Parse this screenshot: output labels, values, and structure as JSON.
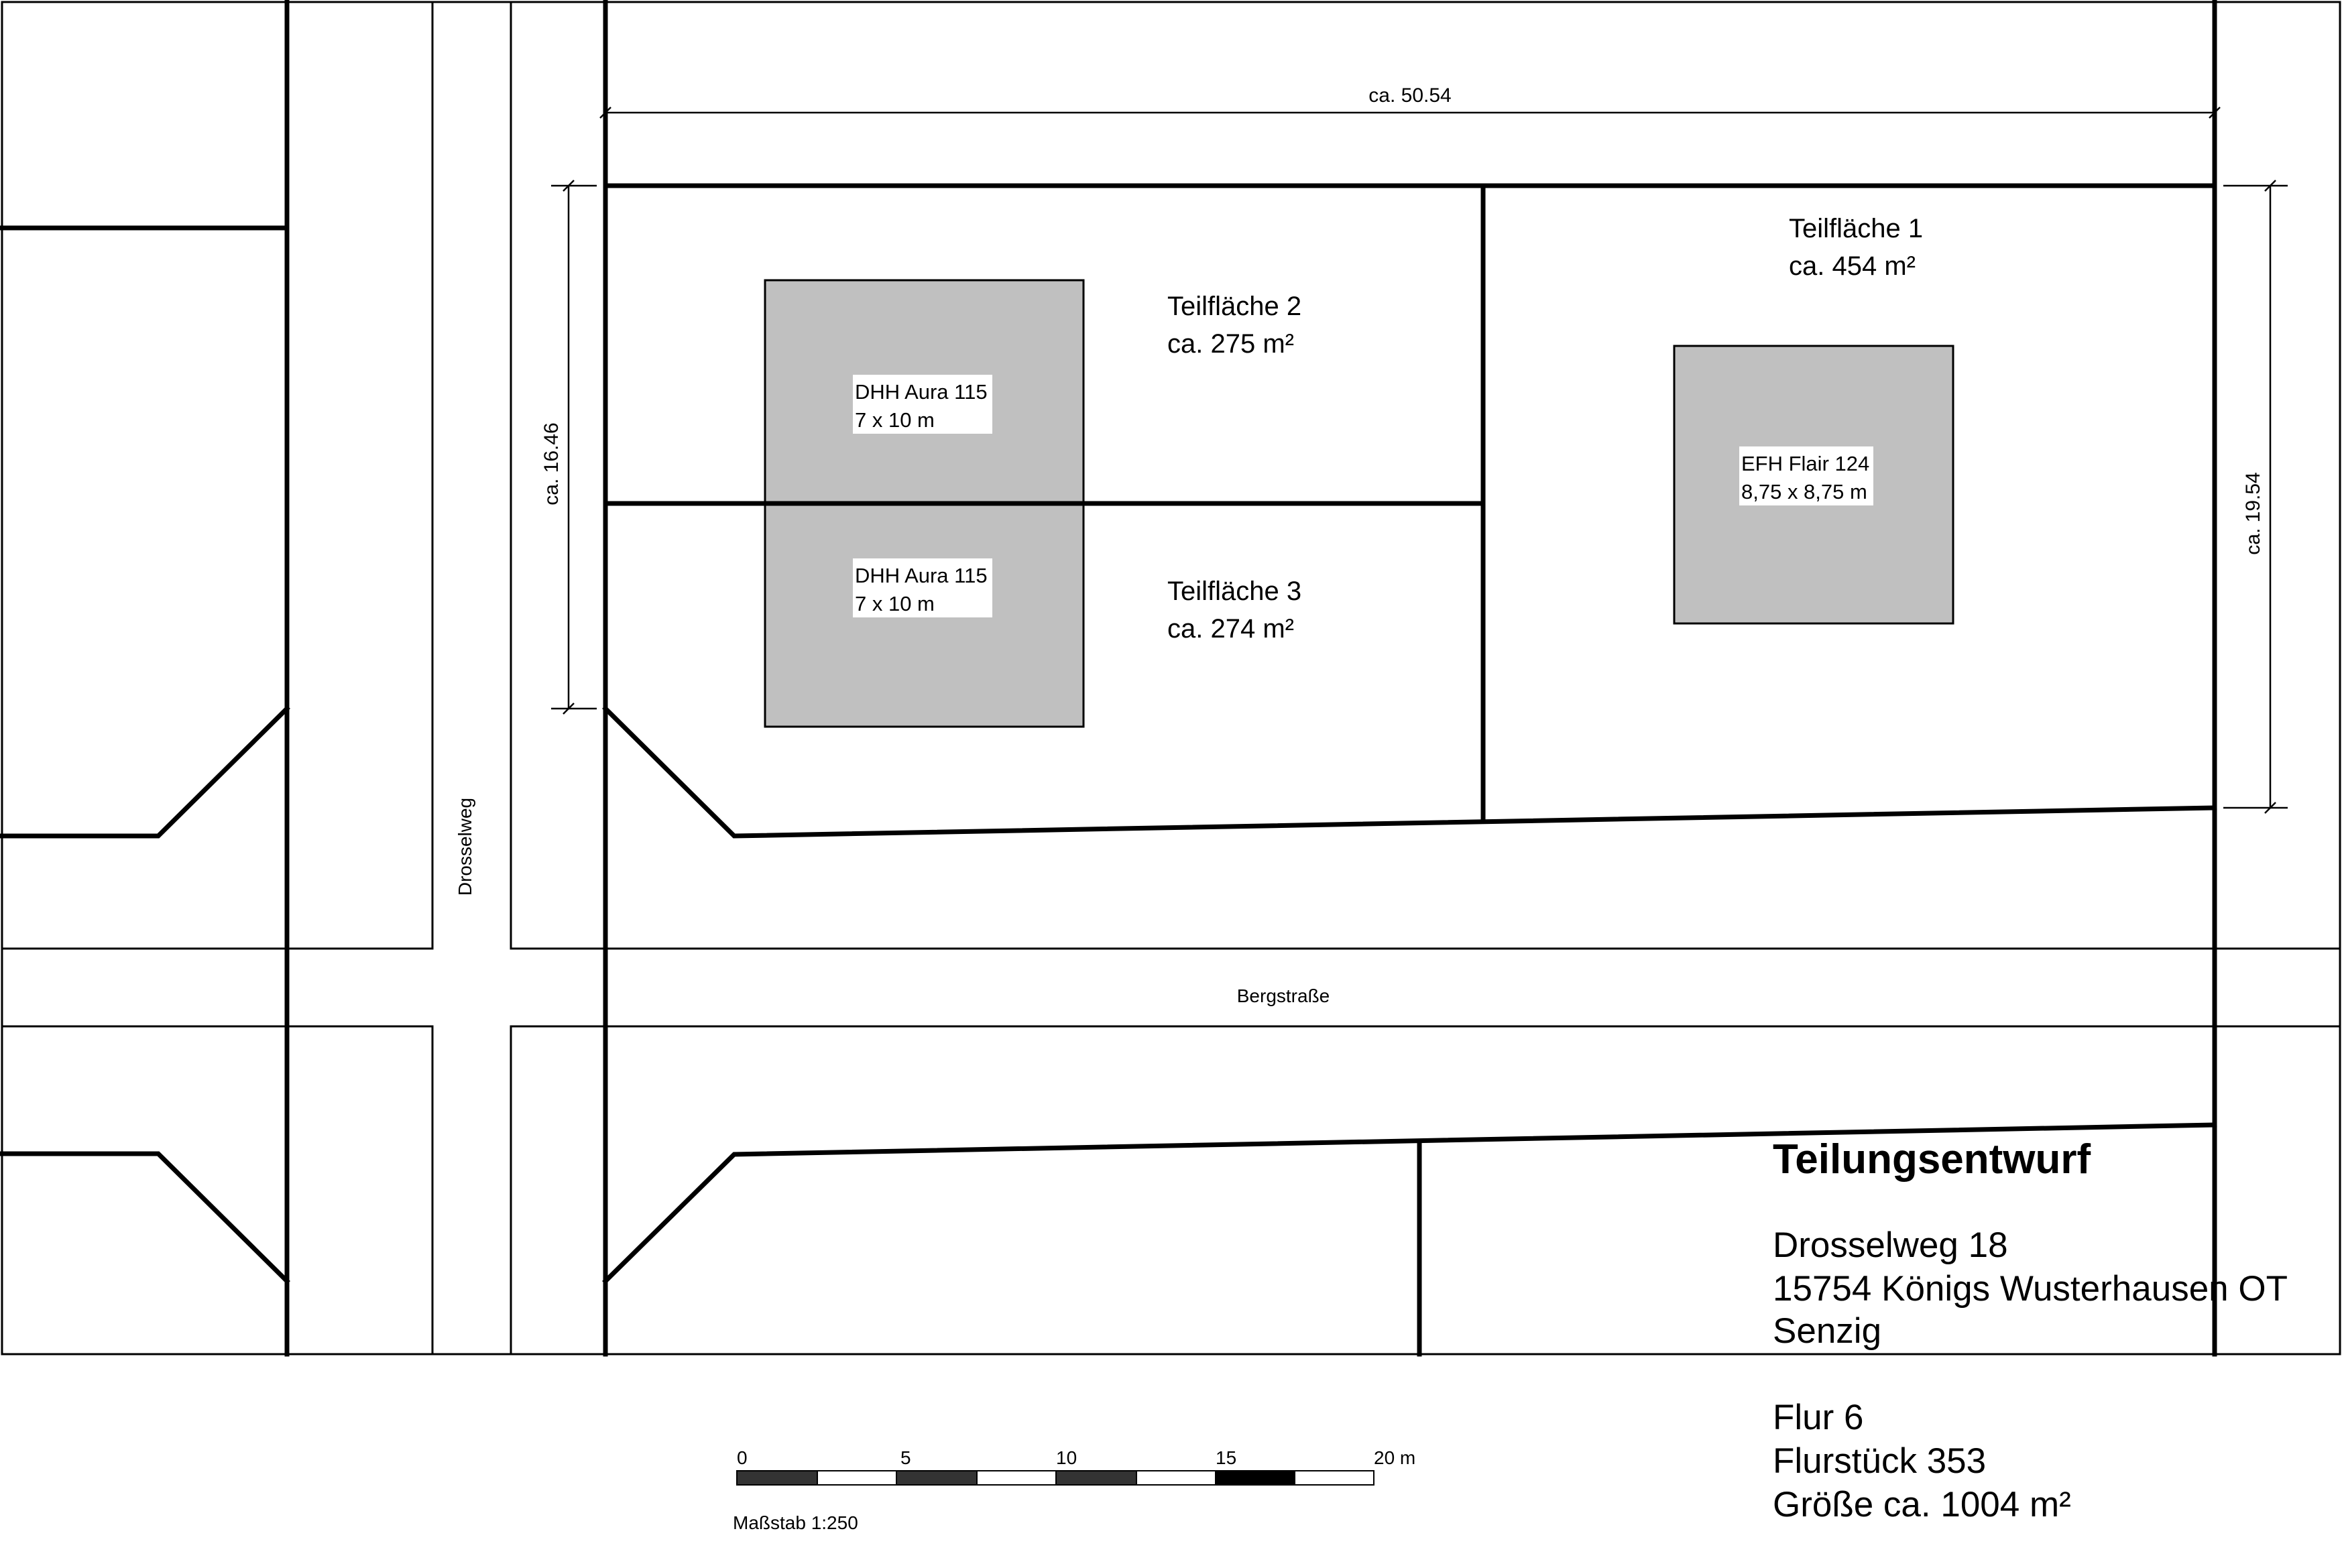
{
  "dimensions": {
    "width_total": "ca.  50.54",
    "height_left": "ca. 16.46",
    "height_right": "ca. 19.54"
  },
  "parcels": [
    {
      "name": "Teilfläche 1",
      "area": "ca. 454 m²"
    },
    {
      "name": "Teilfläche 2",
      "area": "ca. 275 m²"
    },
    {
      "name": "Teilfläche 3",
      "area": "ca. 274 m²"
    }
  ],
  "houses": [
    {
      "name": "DHH Aura 115",
      "size": "7 x 10 m"
    },
    {
      "name": "DHH Aura 115",
      "size": "7 x 10 m"
    },
    {
      "name": "EFH Flair 124",
      "size": "8,75 x 8,75 m"
    }
  ],
  "streets": {
    "vertical": "Drosselweg",
    "horizontal": "Bergstraße"
  },
  "title_block": {
    "title": "Teilungsentwurf",
    "address_line1": "Drosselweg 18",
    "address_line2": "15754 Königs Wusterhausen OT",
    "address_line3": "Senzig",
    "flur": "Flur 6",
    "flurstueck": "Flurstück 353",
    "groesse": "Größe ca. 1004 m²"
  },
  "scale_bar": {
    "ticks": [
      "0",
      "5",
      "10",
      "15",
      "20 m"
    ],
    "label": "Maßstab 1:250"
  },
  "colors": {
    "house_fill": "#c0c0c0",
    "line": "#000000",
    "background": "#ffffff"
  }
}
